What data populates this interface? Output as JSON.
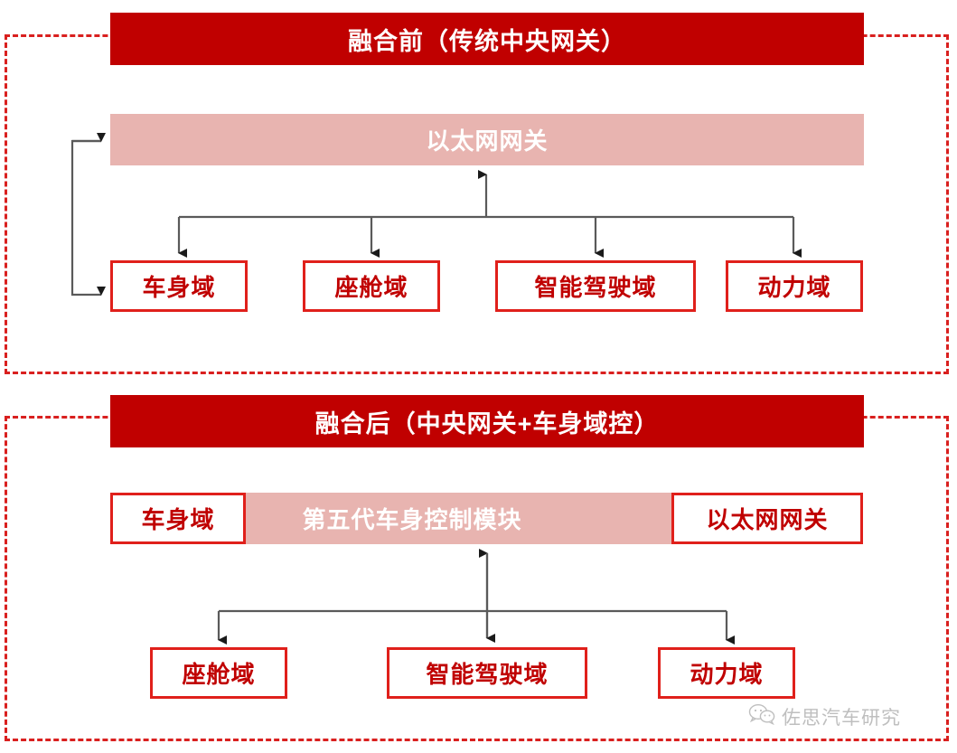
{
  "sections": [
    {
      "id": "before",
      "title": "融合前（传统中央网关）",
      "gateway": "以太网网关",
      "domains": [
        "车身域",
        "座舱域",
        "智能驾驶域",
        "动力域"
      ]
    },
    {
      "id": "after",
      "title": "融合后（中央网关+车身域控）",
      "body_domain": "车身域",
      "module": "第五代车身控制模块",
      "gateway": "以太网网关",
      "domains": [
        "座舱域",
        "智能驾驶域",
        "动力域"
      ]
    }
  ],
  "watermark": {
    "icon": "wechat-icon",
    "text": "佐思汽车研究"
  },
  "colors": {
    "title_bar": "#c00000",
    "pink_bar": "#e8b4b0",
    "box_border": "#e0201b",
    "box_text": "#c00000",
    "dashed_frame": "#d9201f",
    "connector": "#5a5a5a",
    "watermark": "#bfbfbf"
  }
}
